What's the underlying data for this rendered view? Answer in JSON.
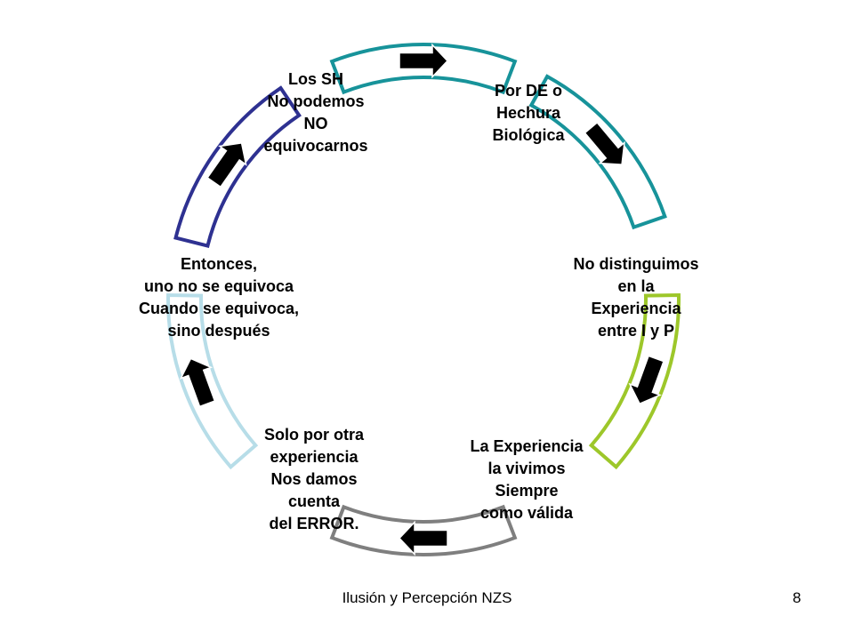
{
  "diagram": {
    "nodes": [
      {
        "lines": [
          "Por DE o",
          "Hechura",
          "Biológica"
        ]
      },
      {
        "lines": [
          "No distinguimos",
          "en la",
          "Experiencia",
          " entre I y P"
        ]
      },
      {
        "lines": [
          "La Experiencia",
          "la vivimos",
          "Siempre",
          " como válida"
        ]
      },
      {
        "lines": [
          "Solo por otra",
          "experiencia",
          "Nos damos",
          "cuenta",
          "del ERROR."
        ]
      },
      {
        "lines": [
          "Entonces,",
          "uno no se equivoca",
          "Cuando se equivoca,",
          "sino después"
        ]
      },
      {
        "lines": [
          "Los SH",
          "No podemos",
          "NO",
          " equivocarnos"
        ]
      }
    ],
    "segment_colors": [
      "#17939a",
      "#17939a",
      "#9dc72a",
      "#7f7f7f",
      "#b7dde8",
      "#2e3191",
      "#17939a"
    ]
  },
  "footer": {
    "title": "Ilusión  y Percepción  NZS",
    "page_number": "8"
  }
}
